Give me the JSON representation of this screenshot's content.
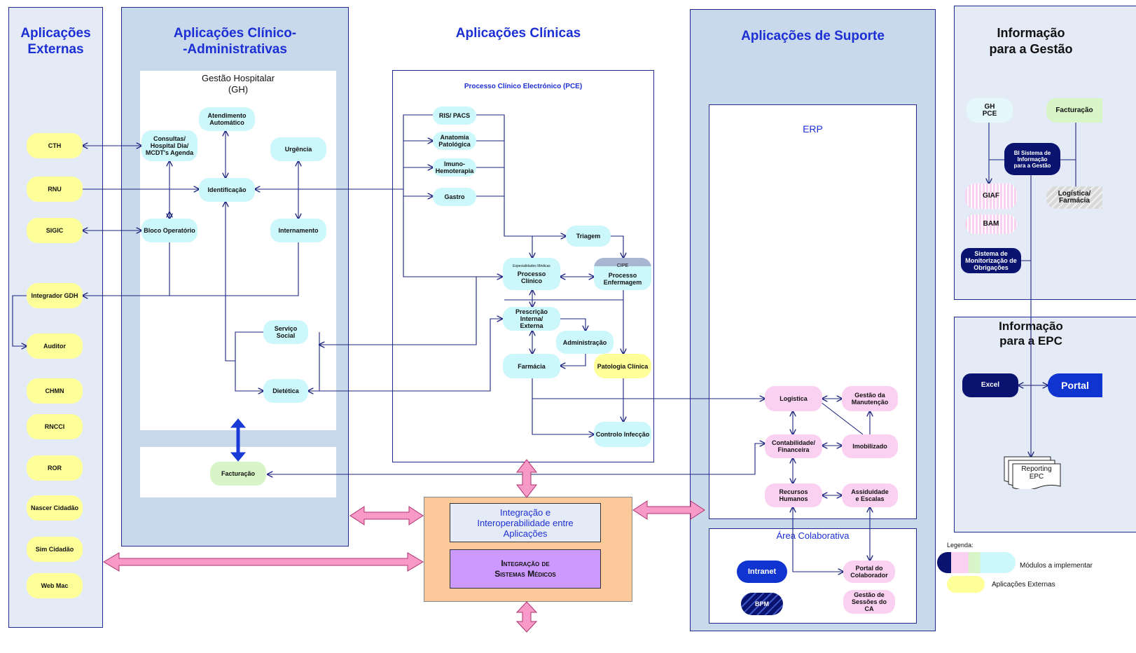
{
  "panels": {
    "externas": {
      "title_line1": "Aplicações",
      "title_line2": "Externas"
    },
    "clinico_admin": {
      "title_line1": "Aplicações Clínico-",
      "title_line2": "-Administrativas",
      "gh_line1": "Gestão Hospitalar",
      "gh_line2": "(GH)"
    },
    "clinicas": {
      "title": "Aplicações Clínicas",
      "pce": "Processo Clínico Electrónico (PCE)"
    },
    "suporte": {
      "title": "Aplicações de Suporte",
      "erp": "ERP",
      "area": "Área Colaborativa"
    },
    "gestao": {
      "title_line1": "Informação",
      "title_line2": "para a Gestão"
    },
    "epc": {
      "title_line1": "Informação",
      "title_line2": "para a EPC"
    }
  },
  "externas": [
    "CTH",
    "RNU",
    "SIGIC",
    "Integrador GDH",
    "Auditor",
    "CHMN",
    "RNCCI",
    "ROR",
    "Nascer Cidadão",
    "Sim Cidadão",
    "Web Mac"
  ],
  "gh_modules": {
    "consultas": "Consultas/ Hospital Dia/ MCDT's Agenda",
    "atendimento": "Atendimento Automático",
    "urgencia": "Urgência",
    "identificacao": "Identificação",
    "bloco": "Bloco Operatório",
    "internamento": "Internamento",
    "servico_social": "Serviço Social",
    "dietetica": "Dietética",
    "facturacao": "Facturação"
  },
  "pce_modules": {
    "ris": "RIS/ PACS",
    "anatomia": "Anatomia Patológica",
    "imuno": "Imuno- Hemoterapia",
    "gastro": "Gastro",
    "triagem": "Triagem",
    "especialidades": "Especialidades Médicas",
    "processo_clinico": "Processo Clínico",
    "cipe": "CIPE",
    "processo_enfermagem": "Processo Enfermagem",
    "prescricao": "Prescrição Interna/ Externa",
    "administracao": "Administração",
    "farmacia": "Farmácia",
    "patologia": "Patologia Clínica",
    "controlo": "Controlo Infecção"
  },
  "erp_modules": {
    "logistica": "Logística",
    "manutencao": "Gestão da Manutenção",
    "contabilidade": "Contabilidade/ Financeira",
    "imobilizado": "Imobilizado",
    "rh": "Recursos Humanos",
    "assiduidade": "Assiduidade e Escalas",
    "intranet": "Intranet",
    "portal_colab": "Portal do Colaborador",
    "bpm": "BPM",
    "sessoes": "Gestão de Sessões do CA"
  },
  "integracao": {
    "interop": "Integração e Interoperabilidade entre Aplicações",
    "medicos_line1": "Integração de",
    "medicos_line2": "Sistemas Médicos"
  },
  "gestao_modules": {
    "gh_pce": "GH PCE",
    "facturacao": "Facturação",
    "bi": "BI Sistema de Informação para a Gestão",
    "giaf": "GIAF",
    "logistica": "Logística/ Farmácia",
    "bam": "BAM",
    "monitorizacao": "Sistema de Monitorização de Obrigações"
  },
  "epc_modules": {
    "excel": "Excel",
    "portal": "Portal",
    "reporting": "Reporting EPC"
  },
  "legend": {
    "title": "Legenda:",
    "item1": "Módulos a implementar",
    "item2": "Aplicações Externas"
  },
  "colors": {
    "title_blue": "#1c2fd4",
    "panel_blue": "#c9d9ec",
    "ext_yellow": "#ffff99",
    "cyan": "#ccf7fb",
    "pink": "#fbd1f1",
    "navy": "#0a1470",
    "arrow_pink": "#f79ac7",
    "integration_orange": "#fcc99a"
  }
}
